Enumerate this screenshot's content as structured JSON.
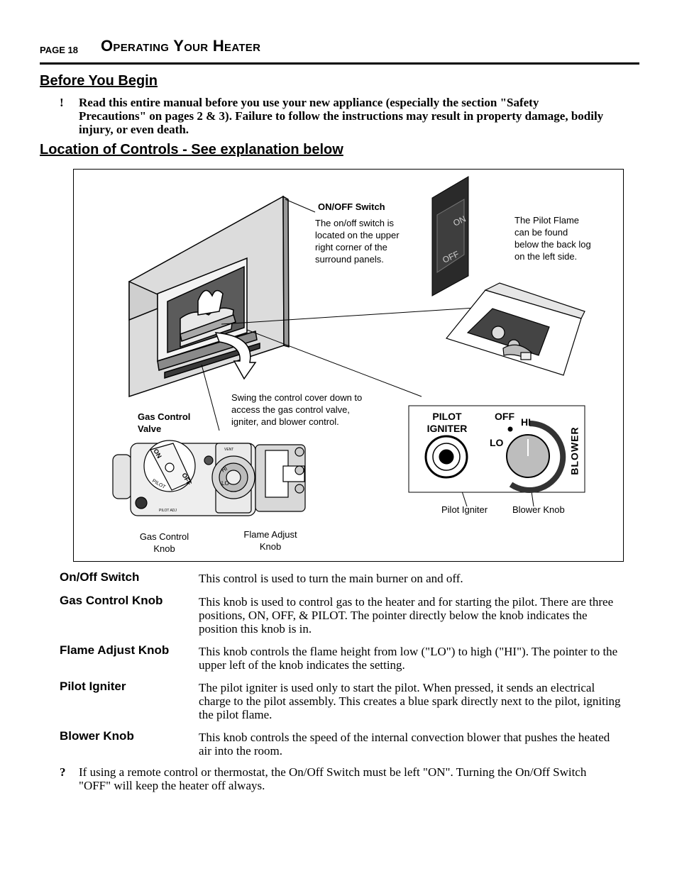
{
  "header": {
    "page_label": "PAGE 18",
    "title": "Operating Your Heater"
  },
  "before_section": {
    "heading": "Before You Begin",
    "bullet": "!",
    "warning": "Read this entire manual before you use your new appliance (especially the section \"Safety Precautions\" on pages 2 & 3).  Failure to follow the instructions may result in property damage, bodily injury, or even death."
  },
  "location_section": {
    "heading": "Location of Controls - See explanation below"
  },
  "diagram": {
    "onoff_title": "ON/OFF Switch",
    "onoff_desc": "The on/off switch is located on the upper right corner of the surround panels.",
    "switch_on": "ON",
    "switch_off": "OFF",
    "pilot_flame_desc": "The Pilot Flame can be found below the back log on the left side.",
    "swing_desc": "Swing the control cover down to access the gas control valve, igniter, and blower control.",
    "gas_valve_label": "Gas Control Valve",
    "gas_knob_label": "Gas Control Knob",
    "flame_knob_label": "Flame Adjust Knob",
    "panel": {
      "pilot_igniter": "PILOT IGNITER",
      "off": "OFF",
      "hi": "HI",
      "lo": "LO",
      "blower": "BLOWER"
    },
    "pilot_igniter_label": "Pilot Igniter",
    "blower_knob_label": "Blower Knob",
    "valve_on": "ON",
    "valve_off": "OFF",
    "valve_pilot": "PILOT",
    "valve_hi": "HI",
    "valve_lo": "LO",
    "valve_vent": "VENT",
    "valve_pilot_adj": "PILOT ADJ"
  },
  "definitions": [
    {
      "term": "On/Off Switch",
      "text": "This control is used to turn the main burner on and off."
    },
    {
      "term": "Gas Control Knob",
      "text": "This knob is used to control gas to the heater and for starting the pilot.  There are three positions, ON, OFF, & PILOT.  The pointer directly below the knob indicates the position this knob is in."
    },
    {
      "term": "Flame Adjust Knob",
      "text": "This knob controls the flame height from low (\"LO\") to high (\"HI\").  The pointer to the upper left of the knob indicates the setting."
    },
    {
      "term": "Pilot Igniter",
      "text": "The pilot igniter is used only to start the pilot.  When pressed, it sends an electrical charge to the pilot assembly.  This creates a blue spark directly next to the pilot, igniting the pilot flame."
    },
    {
      "term": "Blower Knob",
      "text": "This knob controls the speed of the internal convection blower that pushes the heated air into the room."
    }
  ],
  "note": {
    "bullet": "?",
    "text": "If using a remote control or thermostat, the On/Off Switch must be left \"ON\".  Turning the On/Off Switch \"OFF\" will keep the heater off always."
  }
}
